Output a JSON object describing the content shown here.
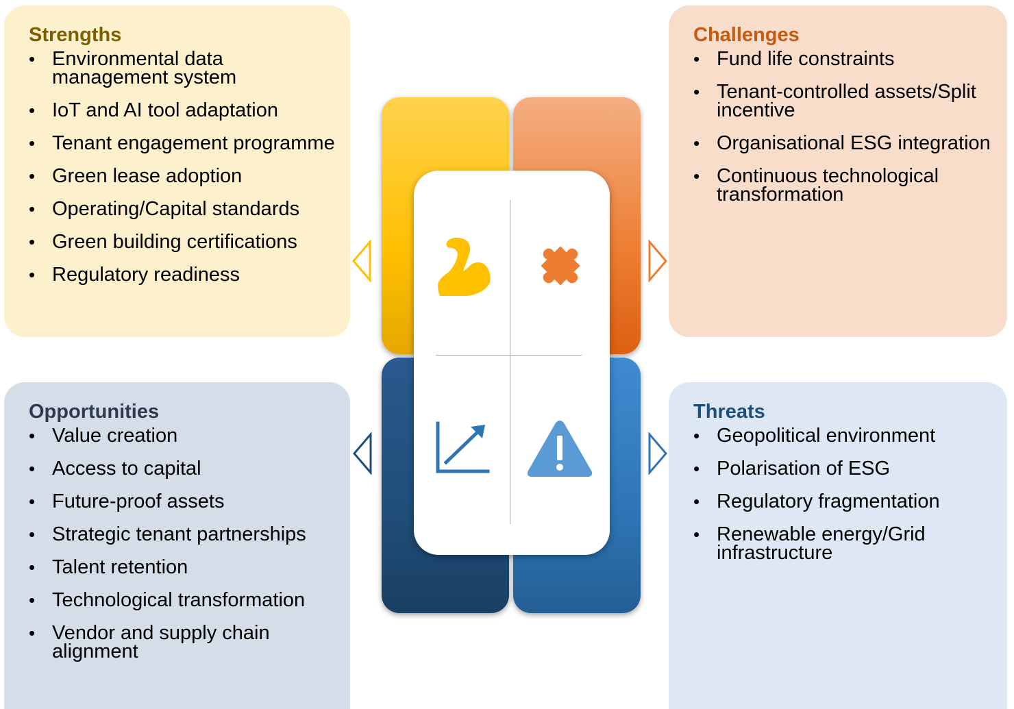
{
  "strengths": {
    "title": "Strengths",
    "items": [
      "Environmental data management system",
      "IoT and AI tool adaptation",
      "Tenant engagement programme",
      "Green lease adoption",
      "Operating/Capital standards",
      "Green building certifications",
      "Regulatory readiness"
    ]
  },
  "challenges": {
    "title": "Challenges",
    "items": [
      "Fund life constraints",
      "Tenant-controlled assets/Split incentive",
      "Organisational ESG integration",
      "Continuous technological transformation"
    ]
  },
  "opportunities": {
    "title": "Opportunities",
    "items": [
      "Value creation",
      "Access to capital",
      "Future-proof assets",
      "Strategic tenant partnerships",
      "Talent retention",
      "Technological transformation",
      "Vendor and supply chain alignment"
    ]
  },
  "threats": {
    "title": "Threats",
    "items": [
      "Geopolitical environment",
      "Polarisation of ESG",
      "Regulatory fragmentation",
      "Renewable energy/Grid infrastructure"
    ]
  },
  "icons": {
    "strengths": "flexed-bicep-icon",
    "challenges": "puzzle-piece-icon",
    "opportunities": "growth-chart-icon",
    "threats": "warning-icon"
  },
  "colors": {
    "strengths": "#ffc000",
    "challenges": "#ed7d31",
    "opportunities": "#1f4e79",
    "threats": "#2e75b6"
  }
}
